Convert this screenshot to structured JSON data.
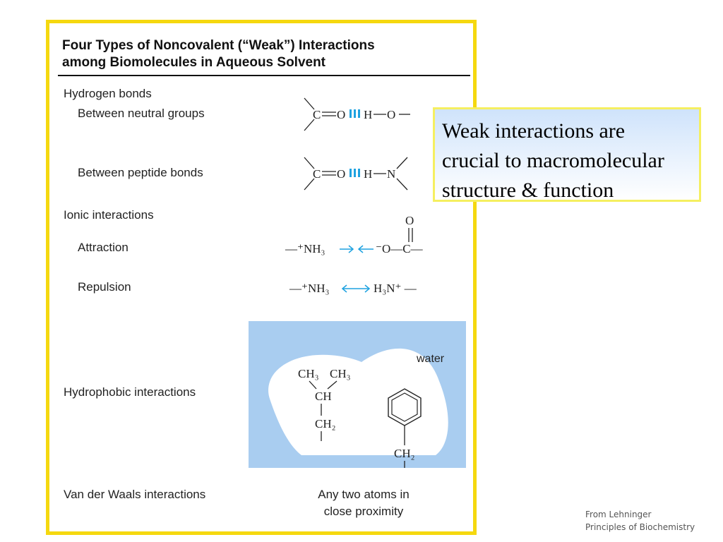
{
  "panel": {
    "title_line1": "Four Types of Noncovalent (“Weak”) Interactions",
    "title_line2": "among Biomolecules in Aqueous Solvent"
  },
  "rows": {
    "hydrogen_bonds": "Hydrogen bonds",
    "neutral_groups": "Between neutral groups",
    "peptide_bonds": "Between peptide bonds",
    "ionic": "Ionic interactions",
    "attraction": "Attraction",
    "repulsion": "Repulsion",
    "hydrophobic": "Hydrophobic interactions",
    "vdw": "Van der Waals interactions"
  },
  "formulas": {
    "neutral": {
      "c": "C",
      "o": "O",
      "h": "H",
      "o2": "O"
    },
    "peptide": {
      "c": "C",
      "o": "O",
      "h": "H",
      "n": "N"
    },
    "attraction_left": "—⁺NH₃",
    "attraction_right": "⁻O—C—",
    "carbonyl_o": "O",
    "repulsion_left": "—⁺NH₃",
    "repulsion_right": "H₃N⁺ —",
    "hydrophobic": {
      "water": "water",
      "ch3_left": "CH₃",
      "ch3_right": "CH₃",
      "ch": "CH",
      "ch2": "CH₂",
      "ring_ch2": "CH₂"
    }
  },
  "vdw_description": {
    "line1": "Any two atoms in",
    "line2": "close proximity"
  },
  "callout": {
    "line1": "Weak interactions are",
    "line2": "crucial to macromolecular",
    "line3": "structure & function"
  },
  "credit": {
    "line1": "From Lehninger",
    "line2": "Principles of Biochemistry"
  },
  "colors": {
    "panel_border": "#f5d80f",
    "water": "#a9cdf0",
    "bond_blue": "#1fa2e0",
    "callout_border": "#f5ef60"
  }
}
